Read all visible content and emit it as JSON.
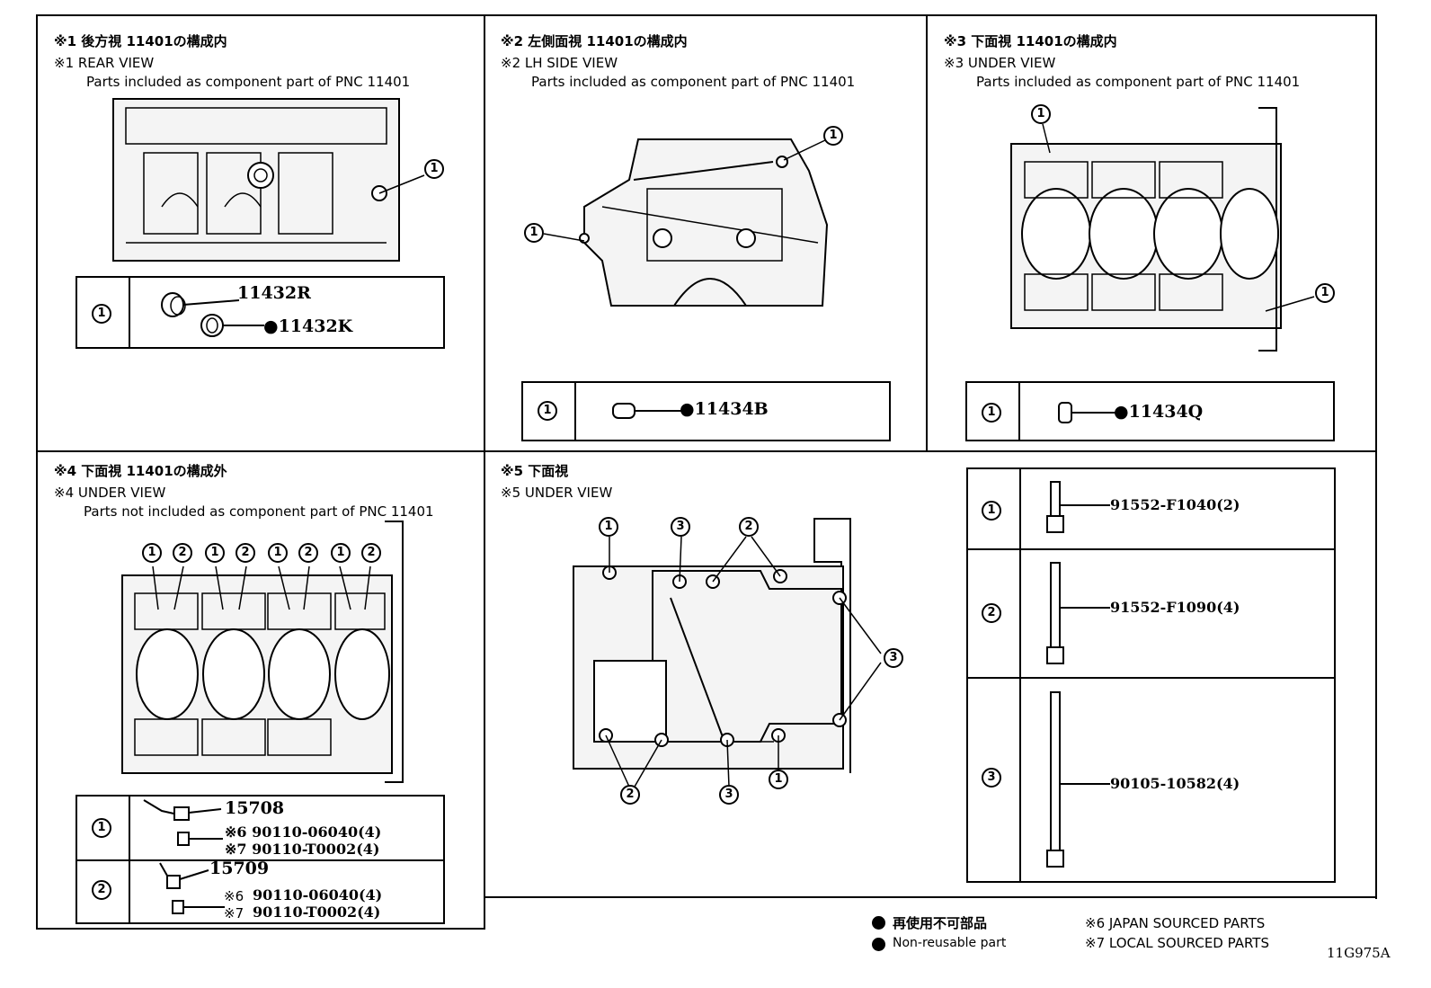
{
  "panels": {
    "p1": {
      "title_jp": "※1 後方視 11401の構成内",
      "title_en": "※1 REAR VIEW",
      "subtitle": "Parts included as component part of PNC 11401"
    },
    "p2": {
      "title_jp": "※2 左側面視 11401の構成内",
      "title_en": "※2  LH SIDE VIEW",
      "subtitle": "Parts included as component part of PNC 11401"
    },
    "p3": {
      "title_jp": "※3 下面視 11401の構成内",
      "title_en": "※3 UNDER VIEW",
      "subtitle": "Parts included as component part of PNC 11401"
    },
    "p4": {
      "title_jp": "※4 下面視 11401の構成外",
      "title_en": "※4 UNDER VIEW",
      "subtitle": "Parts not included as component part of PNC 11401"
    },
    "p5": {
      "title_jp": "※5 下面視",
      "title_en": "※5 UNDER VIEW"
    }
  },
  "callouts": {
    "c1": "1",
    "c2": "2",
    "c3": "3"
  },
  "parts": {
    "p1_a": "11432R",
    "p1_b": "●11432K",
    "p2_a": "●11434B",
    "p3_a": "●11434Q",
    "p4_r1_main": "15708",
    "p4_r1_s6": "※6 90110-06040(4)",
    "p4_r1_s7": "※7 90110-T0002(4)",
    "p4_r2_main": "15709",
    "p4_r2_s6_mark": "※6",
    "p4_r2_s6": "90110-06040(4)",
    "p4_r2_s7_mark": "※7",
    "p4_r2_s7": "90110-T0002(4)",
    "bolt1": "91552-F1040(2)",
    "bolt2": "91552-F1090(4)",
    "bolt3": "90105-10582(4)"
  },
  "legend": {
    "jp": "再使用不可部品",
    "en": "Non-reusable part",
    "note6": "※6 JAPAN SOURCED PARTS",
    "note7": "※7 LOCAL SOURCED PARTS",
    "figure_id": "11G975A"
  }
}
